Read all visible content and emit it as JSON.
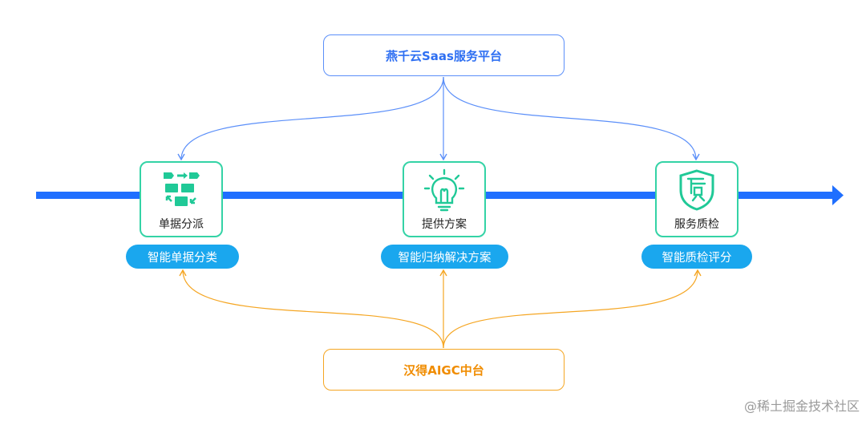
{
  "platforms": {
    "top": {
      "label": "燕千云Saas服务平台"
    },
    "bottom": {
      "label": "汉得AIGC中台"
    }
  },
  "stages": [
    {
      "name": "单据分派",
      "capability": "智能单据分类",
      "icon": "dispatch-icon"
    },
    {
      "name": "提供方案",
      "capability": "智能归纳解决方案",
      "icon": "lightbulb-icon"
    },
    {
      "name": "服务质检",
      "capability": "智能质检评分",
      "icon": "quality-shield-icon"
    }
  ],
  "watermark": "@稀土掘金技术社区",
  "colors": {
    "timeline": "#1f6fff",
    "top_accent": "#5b8ff9",
    "bottom_accent": "#f5a623",
    "card_border": "#34d3a6",
    "pill": "#1aa7ee"
  }
}
